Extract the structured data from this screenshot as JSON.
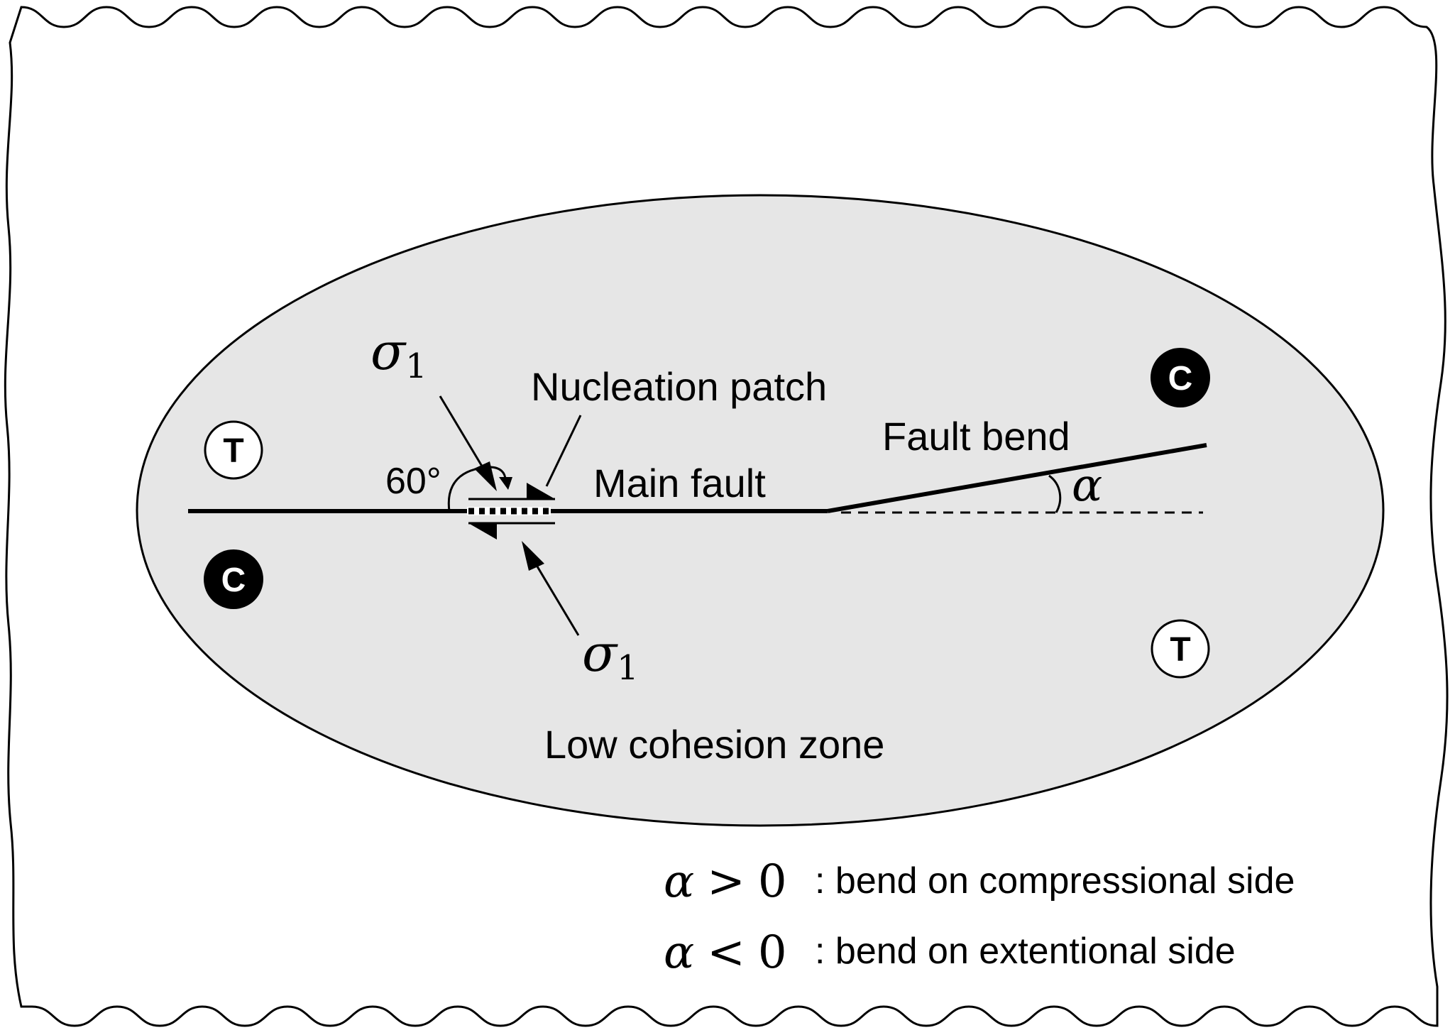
{
  "labels": {
    "sigma_symbol": "σ",
    "sigma_subscript": "1",
    "nucleation_patch": "Nucleation patch",
    "main_fault": "Main fault",
    "fault_bend": "Fault bend",
    "angle_60": "60°",
    "alpha": "α",
    "low_cohesion_zone": "Low cohesion zone"
  },
  "badges": {
    "compression": "C",
    "tension": "T"
  },
  "legend": [
    {
      "lhs_symbol": "α",
      "relation": ">",
      "rhs": "0",
      "text": ": bend on compressional side"
    },
    {
      "lhs_symbol": "α",
      "relation": "<",
      "rhs": "0",
      "text": ": bend on extentional side"
    }
  ],
  "colors": {
    "zone_fill": "#e6e6e6",
    "line": "#000000",
    "badge_dark": "#000000",
    "badge_light": "#ffffff"
  }
}
